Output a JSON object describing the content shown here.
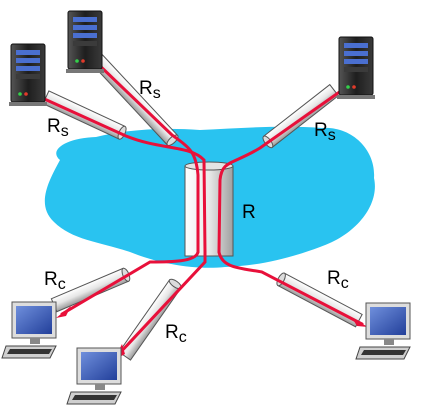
{
  "labels": {
    "server_link_main": "R",
    "server_link_sub": "s",
    "client_link_main": "R",
    "client_link_sub": "c",
    "bottleneck": "R"
  },
  "colors": {
    "network_cloud": "#29c3f0",
    "flow": "#e8103a",
    "link_tube": "#f1f1f1",
    "link_outline": "#555555",
    "server_body": "#2a2a2a",
    "monitor_screen": "#3355aa"
  },
  "icons": {
    "server": "server-tower-icon",
    "client": "desktop-computer-icon",
    "network": "cloud-icon"
  }
}
